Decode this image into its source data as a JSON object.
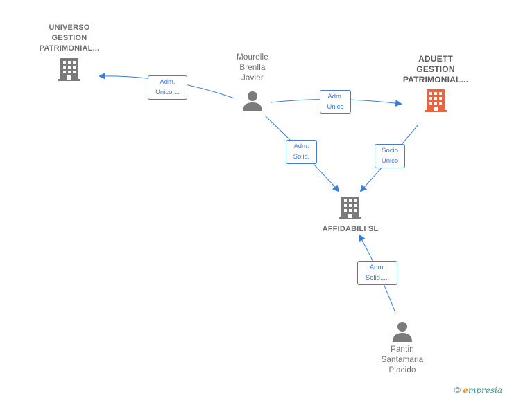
{
  "colors": {
    "edge": "#3b7dd8",
    "node_gray": "#7a7a7a",
    "node_highlight": "#f0623a"
  },
  "nodes": {
    "universo": {
      "label": "UNIVERSO\nGESTION\nPATRIMONIAL...",
      "type": "company",
      "icon": "building-icon"
    },
    "mourelle": {
      "label": "Mourelle\nBrenlla\nJavier",
      "type": "person",
      "icon": "person-icon"
    },
    "aduett": {
      "label": "ADUETT\nGESTION\nPATRIMONIAL...",
      "type": "company",
      "icon": "building-icon",
      "highlight": true
    },
    "affidabili": {
      "label": "AFFIDABILI  SL",
      "type": "company",
      "icon": "building-icon"
    },
    "pantin": {
      "label": "Pantin\nSantamaria\nPlacido",
      "type": "person",
      "icon": "person-icon"
    }
  },
  "edges": [
    {
      "from": "mourelle",
      "to": "universo",
      "label": "Adm.\nUnico,..."
    },
    {
      "from": "mourelle",
      "to": "aduett",
      "label": "Adm.\nUnico"
    },
    {
      "from": "mourelle",
      "to": "affidabili",
      "label": "Adm.\nSolid."
    },
    {
      "from": "aduett",
      "to": "affidabili",
      "label": "Socio\nÚnico"
    },
    {
      "from": "pantin",
      "to": "affidabili",
      "label": "Adm.\nSolid.,..."
    }
  ],
  "footer": {
    "copyright": "©",
    "brand_initial": "e",
    "brand_rest": "mpresia"
  }
}
